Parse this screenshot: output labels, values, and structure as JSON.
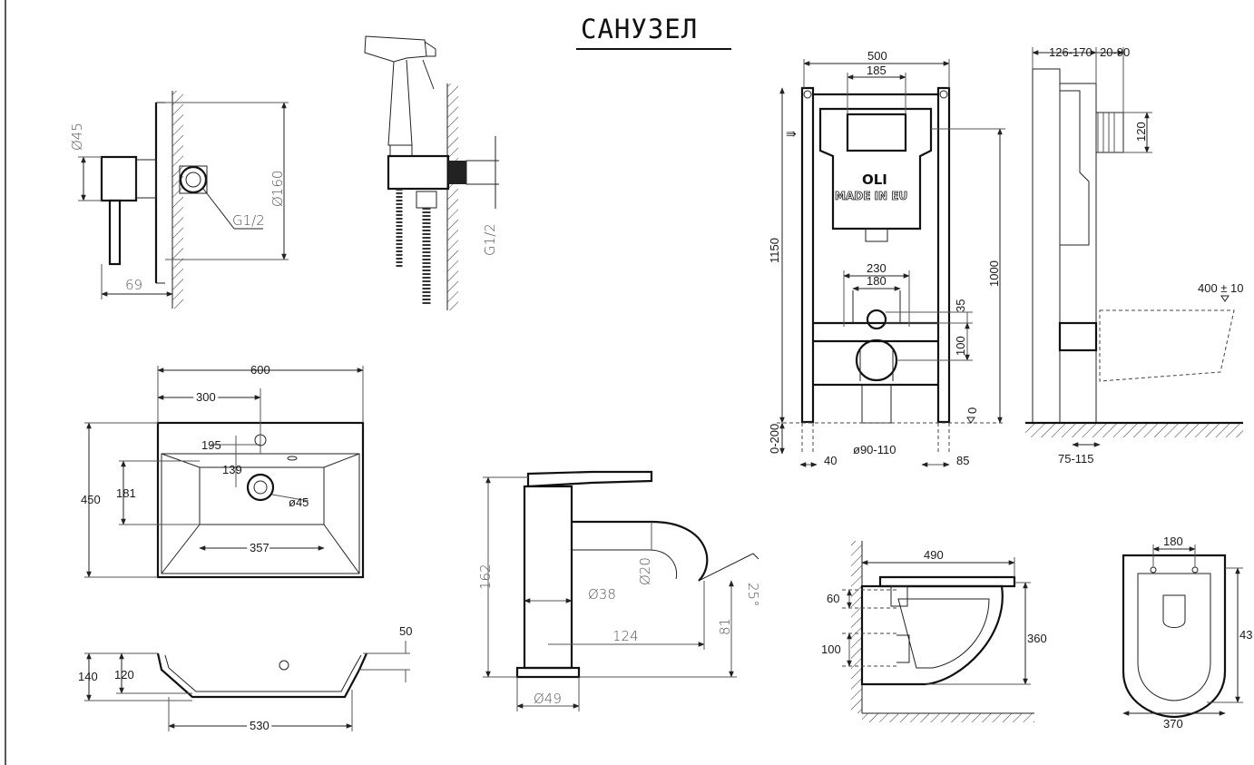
{
  "title": "САНУЗЕЛ",
  "mixer": {
    "d45": "Ø45",
    "d160": "Ø160",
    "thread": "G1/2",
    "depth": "69"
  },
  "shower": {
    "thread": "G1/2"
  },
  "basin_top": {
    "width": "600",
    "w300": "300",
    "w195": "195",
    "w139": "139",
    "hole": "ø45",
    "inner": "357",
    "height": "450",
    "h181": "181"
  },
  "basin_side": {
    "h140": "140",
    "h120": "120",
    "h50": "50",
    "w530": "530"
  },
  "faucet": {
    "h162": "162",
    "d38": "Ø38",
    "d20": "Ø20",
    "angle": "25°",
    "reach": "124",
    "h81": "81",
    "base": "Ø49"
  },
  "frame": {
    "w500": "500",
    "w185": "185",
    "h1150": "1150",
    "h1000": "1000",
    "w230": "230",
    "w180": "180",
    "h35": "35",
    "h100": "100",
    "adj": "0-200",
    "w40": "40",
    "pipe": "ø90-110",
    "w85": "85",
    "zero": "0",
    "brand": "OLI",
    "made": "MADE IN EU"
  },
  "frame_side": {
    "w126": "126-170",
    "w20": "20-90",
    "h120": "120",
    "bowl": "400 ± 10",
    "w75": "75-115"
  },
  "wc_side": {
    "w490": "490",
    "h60": "60",
    "h100": "100",
    "h360": "360"
  },
  "wc_top": {
    "w180": "180",
    "h43": "43",
    "w370": "370"
  }
}
